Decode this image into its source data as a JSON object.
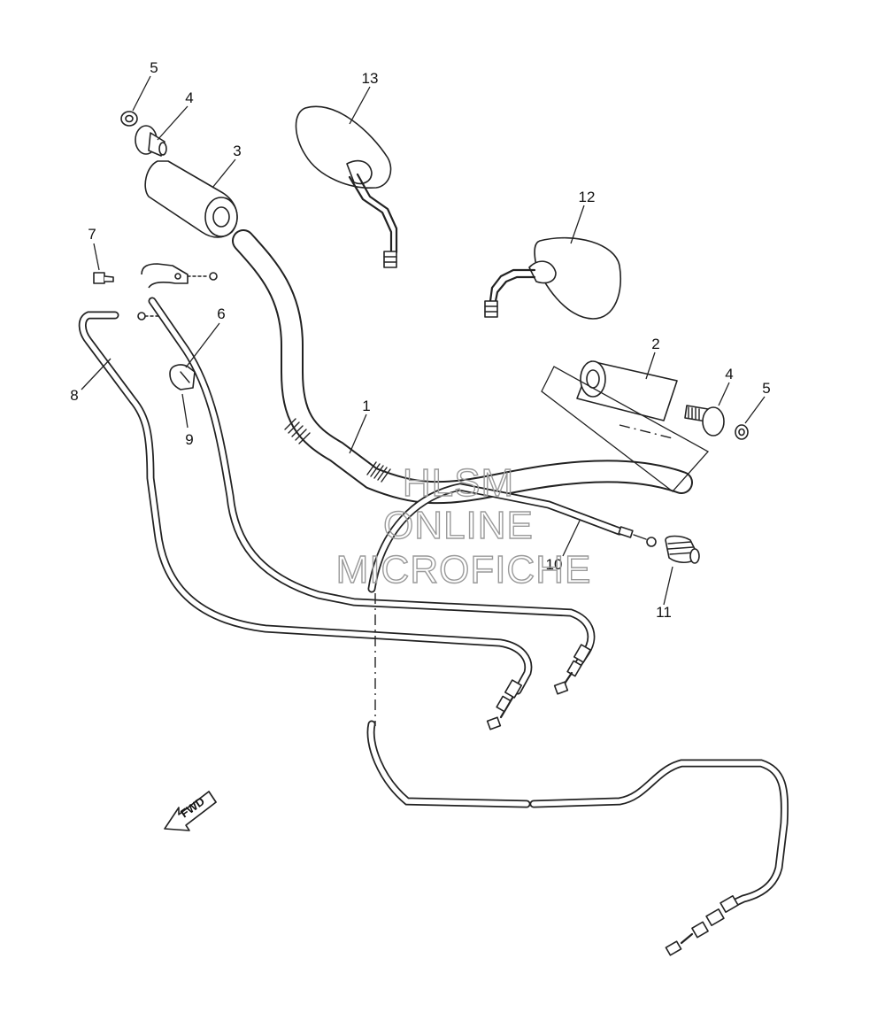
{
  "callouts": {
    "c1": "1",
    "c2": "2",
    "c3": "3",
    "c4a": "4",
    "c4b": "4",
    "c5a": "5",
    "c5b": "5",
    "c6": "6",
    "c7": "7",
    "c8": "8",
    "c9": "9",
    "c10": "10",
    "c11": "11",
    "c12": "12",
    "c13": "13"
  },
  "watermark": {
    "line1": "HLSM",
    "line2": "ONLINE",
    "line3": "MICROFICHE"
  },
  "fwd_label": "FWD"
}
